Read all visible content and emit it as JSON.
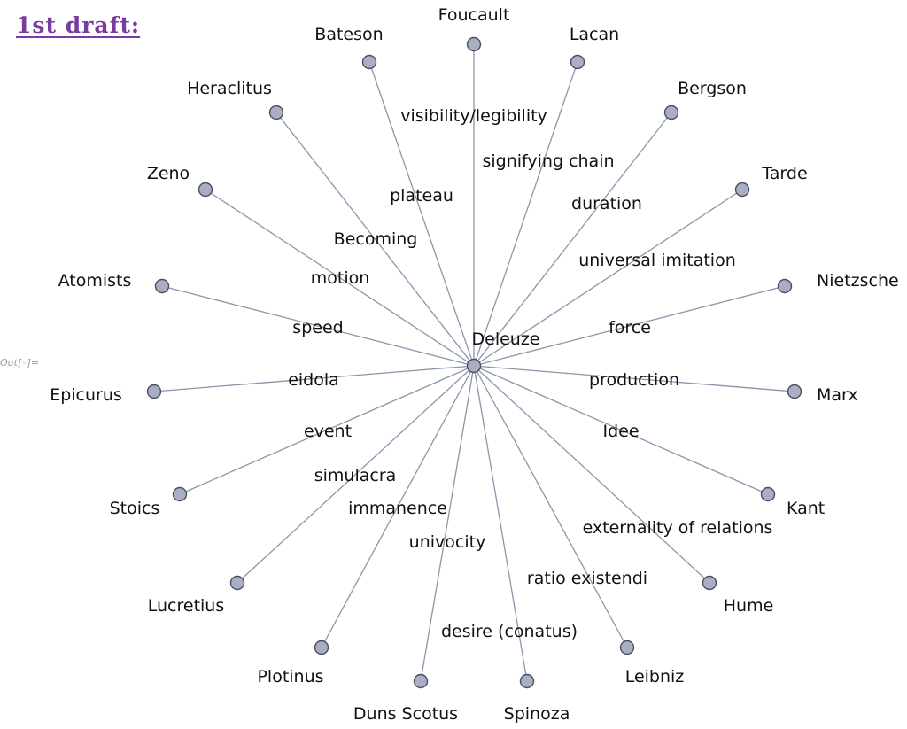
{
  "header": {
    "title": "1st draft:",
    "output_prompt": "Out[◦]="
  },
  "colors": {
    "title": "#7b3aa0",
    "edge": "#8a96ab",
    "node_fill": "#a9aec3",
    "node_stroke": "#4a4f60"
  },
  "graph": {
    "center": "Deleuze",
    "spokes": [
      {
        "name": "Foucault",
        "edge_label": "visibility/legibility"
      },
      {
        "name": "Lacan",
        "edge_label": "signifying chain"
      },
      {
        "name": "Bergson",
        "edge_label": "duration"
      },
      {
        "name": "Tarde",
        "edge_label": "universal imitation"
      },
      {
        "name": "Nietzsche",
        "edge_label": "force"
      },
      {
        "name": "Marx",
        "edge_label": "production"
      },
      {
        "name": "Kant",
        "edge_label": "Idee"
      },
      {
        "name": "Hume",
        "edge_label": "externality of relations"
      },
      {
        "name": "Leibniz",
        "edge_label": "ratio existendi"
      },
      {
        "name": "Spinoza",
        "edge_label": "desire (conatus)"
      },
      {
        "name": "Duns Scotus",
        "edge_label": "univocity"
      },
      {
        "name": "Plotinus",
        "edge_label": "immanence"
      },
      {
        "name": "Lucretius",
        "edge_label": "simulacra"
      },
      {
        "name": "Stoics",
        "edge_label": "event"
      },
      {
        "name": "Epicurus",
        "edge_label": "eidola"
      },
      {
        "name": "Atomists",
        "edge_label": "speed"
      },
      {
        "name": "Zeno",
        "edge_label": "motion"
      },
      {
        "name": "Heraclitus",
        "edge_label": "Becoming"
      },
      {
        "name": "Bateson",
        "edge_label": "plateau"
      }
    ]
  }
}
